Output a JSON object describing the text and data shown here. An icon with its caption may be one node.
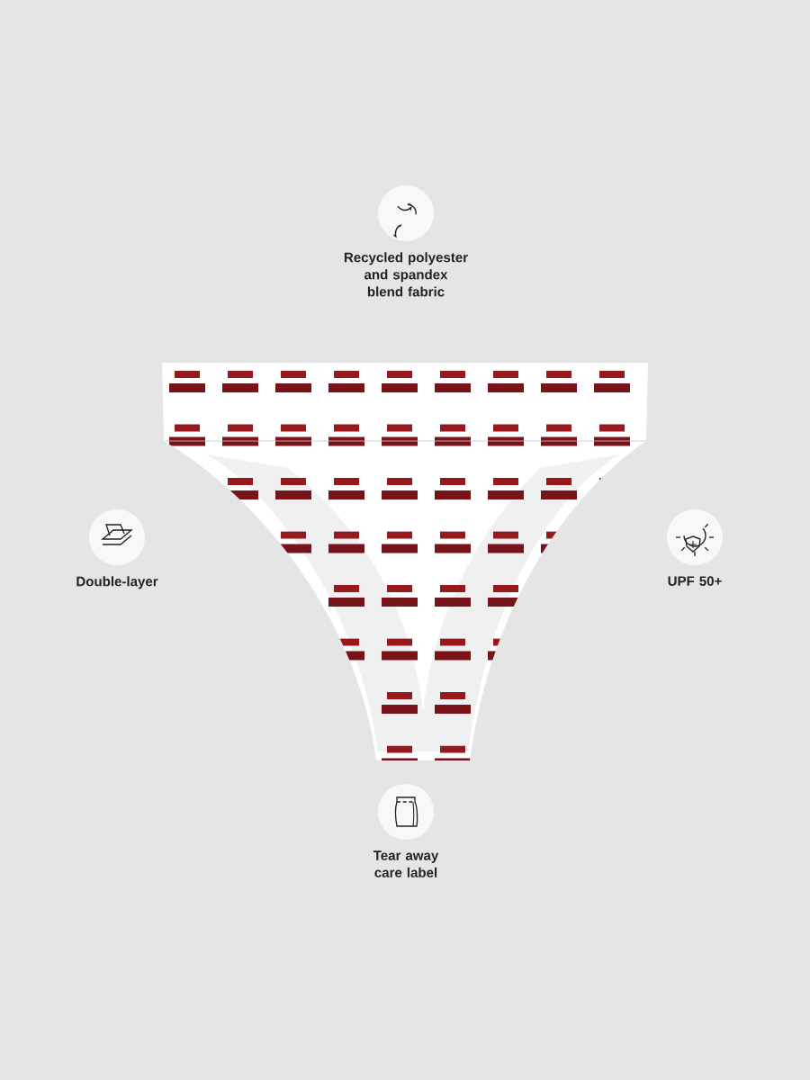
{
  "diagram": {
    "nodes": [
      {
        "text": [
          "Recycled polyester and spandex blend fabric"
        ]
      },
      {
        "text": [
          "Double-layer"
        ]
      },
      {
        "text": [
          "UPF 50+"
        ]
      },
      {
        "text": [
          "Tear away care label"
        ]
      }
    ]
  }
}
